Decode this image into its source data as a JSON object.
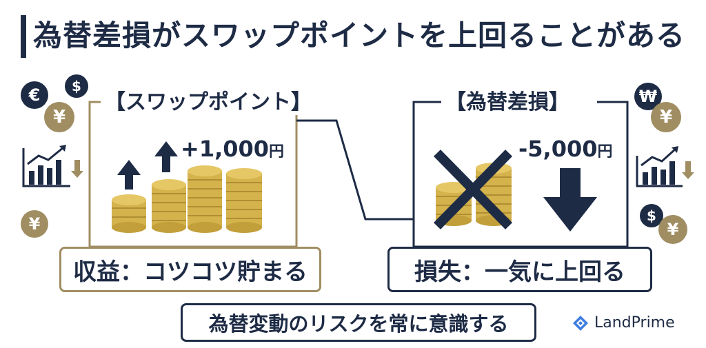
{
  "title": "為替差損がスワップポイントを上回ることがある",
  "left_panel": {
    "label": "【スワップポイント】",
    "amount": "+1,000",
    "amount_unit": "円",
    "caption": "収益：コツコツ貯まる"
  },
  "right_panel": {
    "label": "【為替差損】",
    "amount": "-5,000",
    "amount_unit": "円",
    "caption": "損失：一気に上回る"
  },
  "bottom_banner": "為替変動のリスクを常に意識する",
  "currency_symbols": {
    "euro": "€",
    "dollar": "$",
    "yen": "¥",
    "won": "₩"
  },
  "logo": {
    "name": "LandPrime"
  },
  "colors": {
    "navy": "#1e2b45",
    "gold": "#a08d62",
    "coin_gold": "#d4b24c"
  }
}
